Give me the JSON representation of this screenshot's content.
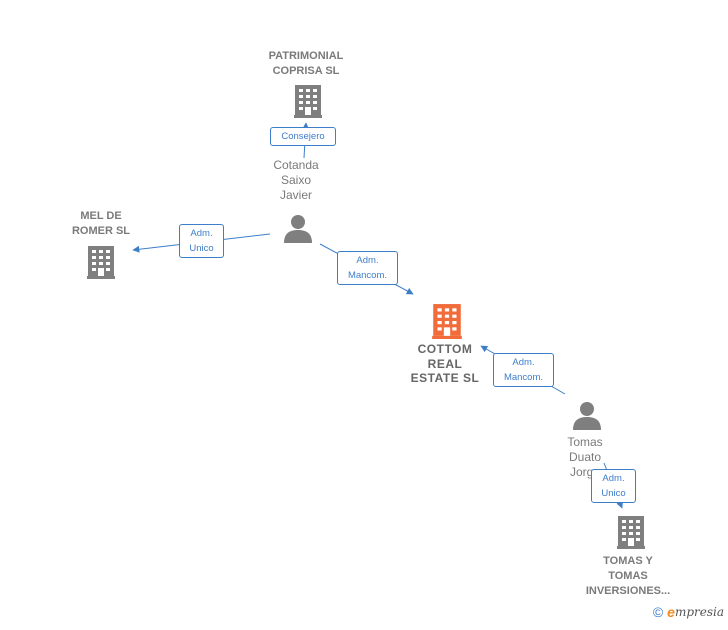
{
  "colors": {
    "company": "#7f7f7f",
    "main_company": "#f26b3a",
    "person": "#7f7f7f",
    "edge": "#3d7ec9"
  },
  "nodes": {
    "patrimonial": {
      "label": "PATRIMONIAL\nCOPRISA SL",
      "icon": "building-icon"
    },
    "cotanda": {
      "label": "Cotanda\nSaixo\nJavier",
      "icon": "person-icon"
    },
    "mel": {
      "label": "MEL DE\nROMER  SL",
      "icon": "building-icon"
    },
    "cottom": {
      "label": "COTTOM\nREAL\nESTATE  SL",
      "icon": "building-icon"
    },
    "tomas_duato": {
      "label": "Tomas\nDuato\nJorge",
      "icon": "person-icon"
    },
    "tomas_inv": {
      "label": "TOMAS Y\nTOMAS\nINVERSIONES...",
      "icon": "building-icon"
    }
  },
  "edges": {
    "consejero": "Consejero",
    "adm_unico_mel": "Adm.\nUnico",
    "adm_mancom_cotanda": "Adm.\nMancom.",
    "adm_mancom_tomas": "Adm.\nMancom.",
    "adm_unico_tomas": "Adm.\nUnico"
  },
  "footer": {
    "copyright": "©",
    "brand_initial": "e",
    "brand_rest": "mpresia"
  }
}
